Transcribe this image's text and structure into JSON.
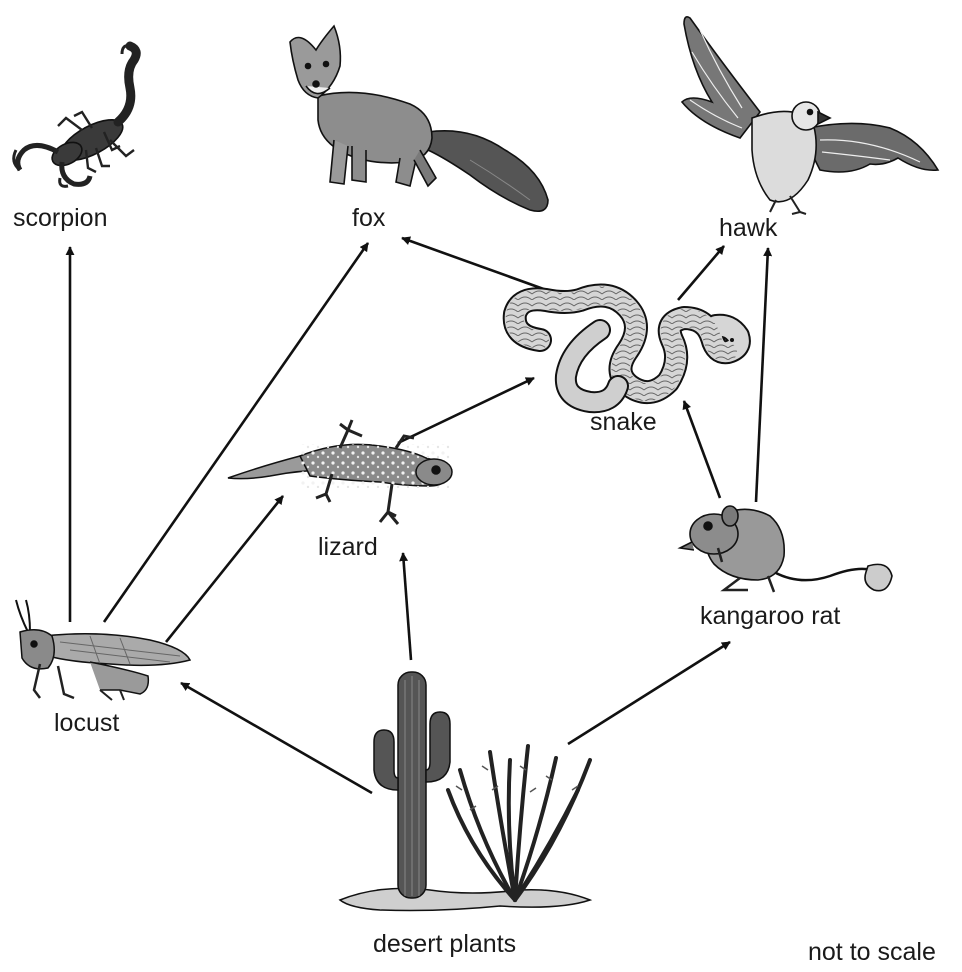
{
  "diagram": {
    "organisms": {
      "scorpion": "scorpion",
      "fox": "fox",
      "hawk": "hawk",
      "snake": "snake",
      "lizard": "lizard",
      "kangaroo_rat": "kangaroo rat",
      "locust": "locust",
      "desert_plants": "desert plants"
    },
    "note": "not to scale",
    "arrows": [
      {
        "from": "locust",
        "to": "scorpion"
      },
      {
        "from": "locust",
        "to": "fox"
      },
      {
        "from": "locust",
        "to": "lizard"
      },
      {
        "from": "snake",
        "to": "fox"
      },
      {
        "from": "snake",
        "to": "hawk"
      },
      {
        "from": "lizard",
        "to": "snake"
      },
      {
        "from": "kangaroo_rat",
        "to": "snake"
      },
      {
        "from": "kangaroo_rat",
        "to": "hawk"
      },
      {
        "from": "desert_plants",
        "to": "locust"
      },
      {
        "from": "desert_plants",
        "to": "lizard"
      },
      {
        "from": "desert_plants",
        "to": "kangaroo_rat"
      }
    ]
  }
}
